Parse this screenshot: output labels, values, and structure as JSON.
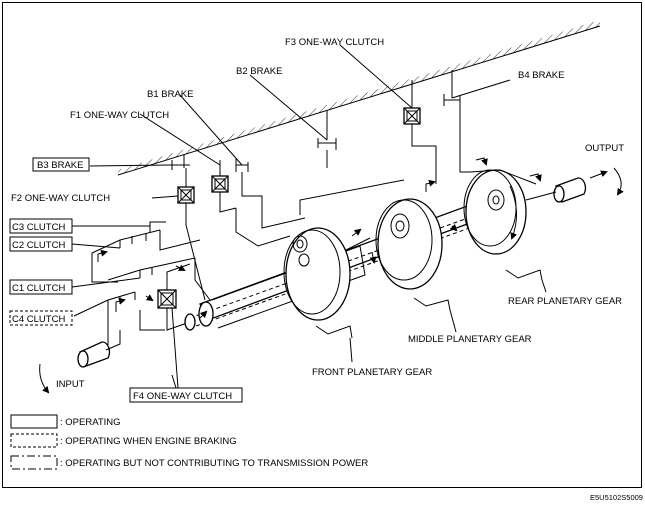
{
  "labels": {
    "f3_one_way_clutch": "F3 ONE-WAY CLUTCH",
    "b2_brake": "B2 BRAKE",
    "b4_brake": "B4 BRAKE",
    "b1_brake": "B1 BRAKE",
    "f1_one_way_clutch": "F1 ONE-WAY CLUTCH",
    "b3_brake": "B3 BRAKE",
    "f2_one_way_clutch": "F2 ONE-WAY CLUTCH",
    "c3_clutch": "C3 CLUTCH",
    "c2_clutch": "C2 CLUTCH",
    "c1_clutch": "C1 CLUTCH",
    "c4_clutch": "C4 CLUTCH",
    "f4_one_way_clutch": "F4 ONE-WAY CLUTCH",
    "input": "INPUT",
    "output": "OUTPUT",
    "front_planetary_gear": "FRONT PLANETARY GEAR",
    "middle_planetary_gear": "MIDDLE PLANETARY GEAR",
    "rear_planetary_gear": "REAR PLANETARY GEAR"
  },
  "legend": {
    "operating": ": OPERATING",
    "engine_braking": ": OPERATING WHEN ENGINE BRAKING",
    "not_contributing": ": OPERATING BUT NOT CONTRIBUTING TO TRANSMISSION POWER"
  },
  "figure_code": "E5U5102S5009"
}
